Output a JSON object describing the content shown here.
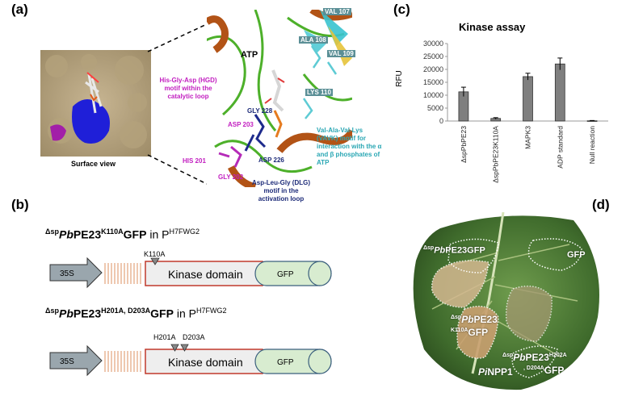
{
  "panels": {
    "a": "(a)",
    "b": "(b)",
    "c": "(c)",
    "d": "(d)"
  },
  "panel_a": {
    "surface_caption": "Surface view",
    "atp": "ATP",
    "hgd_motif": "His-Gly-Asp (HGD) motif within the catalytic loop",
    "vavk_motif": "Val-Ala-Val-Lys (VAVK) motif for interaction with the α and β phosphates of ATP",
    "dlg_motif": "Asp-Leu-Gly (DLG) motif in the activation loop",
    "residues": {
      "val107": "VAL 107",
      "ala108": "ALA 108",
      "val109": "VAL 109",
      "lys110": "LYS 110",
      "gly228": "GLY 228",
      "asp203": "ASP 203",
      "asp226": "ASP 226",
      "his201": "HIS 201",
      "gly202": "GLY 202"
    }
  },
  "panel_b": {
    "construct1": {
      "sup": "Δsp",
      "name": "Pb",
      "rest": "PE23",
      "mut": "K110A",
      "gfp": "GFP",
      "in": " in P",
      "vec": "H7FWG2"
    },
    "construct2": {
      "sup": "Δsp",
      "name": "Pb",
      "rest": "PE23",
      "mut": "H201A, D203A",
      "gfp": "GFP",
      "in": " in P",
      "vec": "H7FWG2"
    },
    "promoter": "35S",
    "domain": "Kinase domain",
    "gfp_tag": "GFP",
    "mutation1": "K110A",
    "mutation2a": "H201A",
    "mutation2b": "D203A"
  },
  "chart_data": {
    "type": "bar",
    "title": "Kinase assay",
    "ylabel": "RFU",
    "xlabel": "",
    "categories": [
      "ΔspPbPE23",
      "ΔspPbPE23K110A",
      "MAPK3",
      "ADP standard",
      "Null reaction"
    ],
    "values": [
      11300,
      1000,
      17200,
      22100,
      100
    ],
    "errors": [
      1800,
      300,
      1300,
      2300,
      100
    ],
    "ylim": [
      0,
      30000
    ],
    "yticks": [
      0,
      5000,
      10000,
      15000,
      20000,
      25000,
      30000
    ],
    "bar_color": "#7f7f7f",
    "grid": false
  },
  "panel_d": {
    "label_top_left": {
      "sup": "Δsp",
      "ital": "Pb",
      "rest": "PE23GFP"
    },
    "label_gfp": "GFP",
    "label_k110a": {
      "sup": "Δsp",
      "ital": "Pb",
      "rest": "PE23",
      "line2sup": "K110A",
      "line2": "GFP"
    },
    "label_pinpp1": {
      "ital": "Pi",
      "rest": "NPP1"
    },
    "label_h202a": {
      "sup": "Δsp",
      "ital": "Pb",
      "rest": "PE23",
      "mut": "H202A",
      "line2sup": ", D204A",
      "line2": "GFP"
    }
  },
  "colors": {
    "leaf": "#3f6b2c",
    "gfp_fill": "#d8ecd0",
    "domain_border": "#c0392b",
    "arrow_fill": "#9aa6ad"
  }
}
